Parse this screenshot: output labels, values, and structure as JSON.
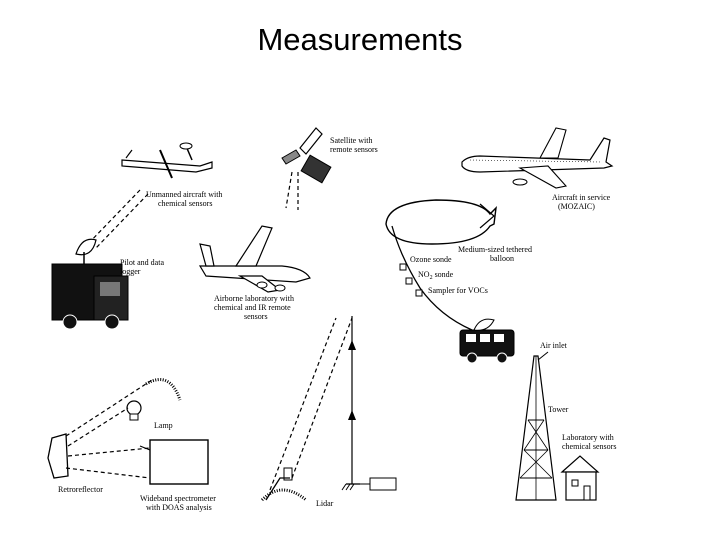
{
  "title": "Measurements",
  "labels": {
    "satellite": [
      "Satellite with",
      "remote sensors"
    ],
    "unmanned": [
      "Unmanned aircraft with",
      "chemical sensors"
    ],
    "aircraft_service": [
      "Aircraft in service",
      "(MOZAIC)"
    ],
    "pilot": [
      "Pilot and data",
      "logger"
    ],
    "balloon": [
      "Medium-sized tethered",
      "balloon"
    ],
    "ozone": "Ozone sonde",
    "no2": "NO",
    "no2_sub": "2",
    "no2_rest": " sonde",
    "sampler": "Sampler for VOCs",
    "airborne": [
      "Airborne laboratory with",
      "chemical and IR remote",
      "sensors"
    ],
    "air_inlet": "Air inlet",
    "lamp": "Lamp",
    "tower": "Tower",
    "lab": [
      "Laboratory with",
      "chemical sensors"
    ],
    "retro": "Retroreflector",
    "spectrometer": [
      "Wideband spectrometer",
      "with DOAS analysis"
    ],
    "lidar": "Lidar"
  }
}
